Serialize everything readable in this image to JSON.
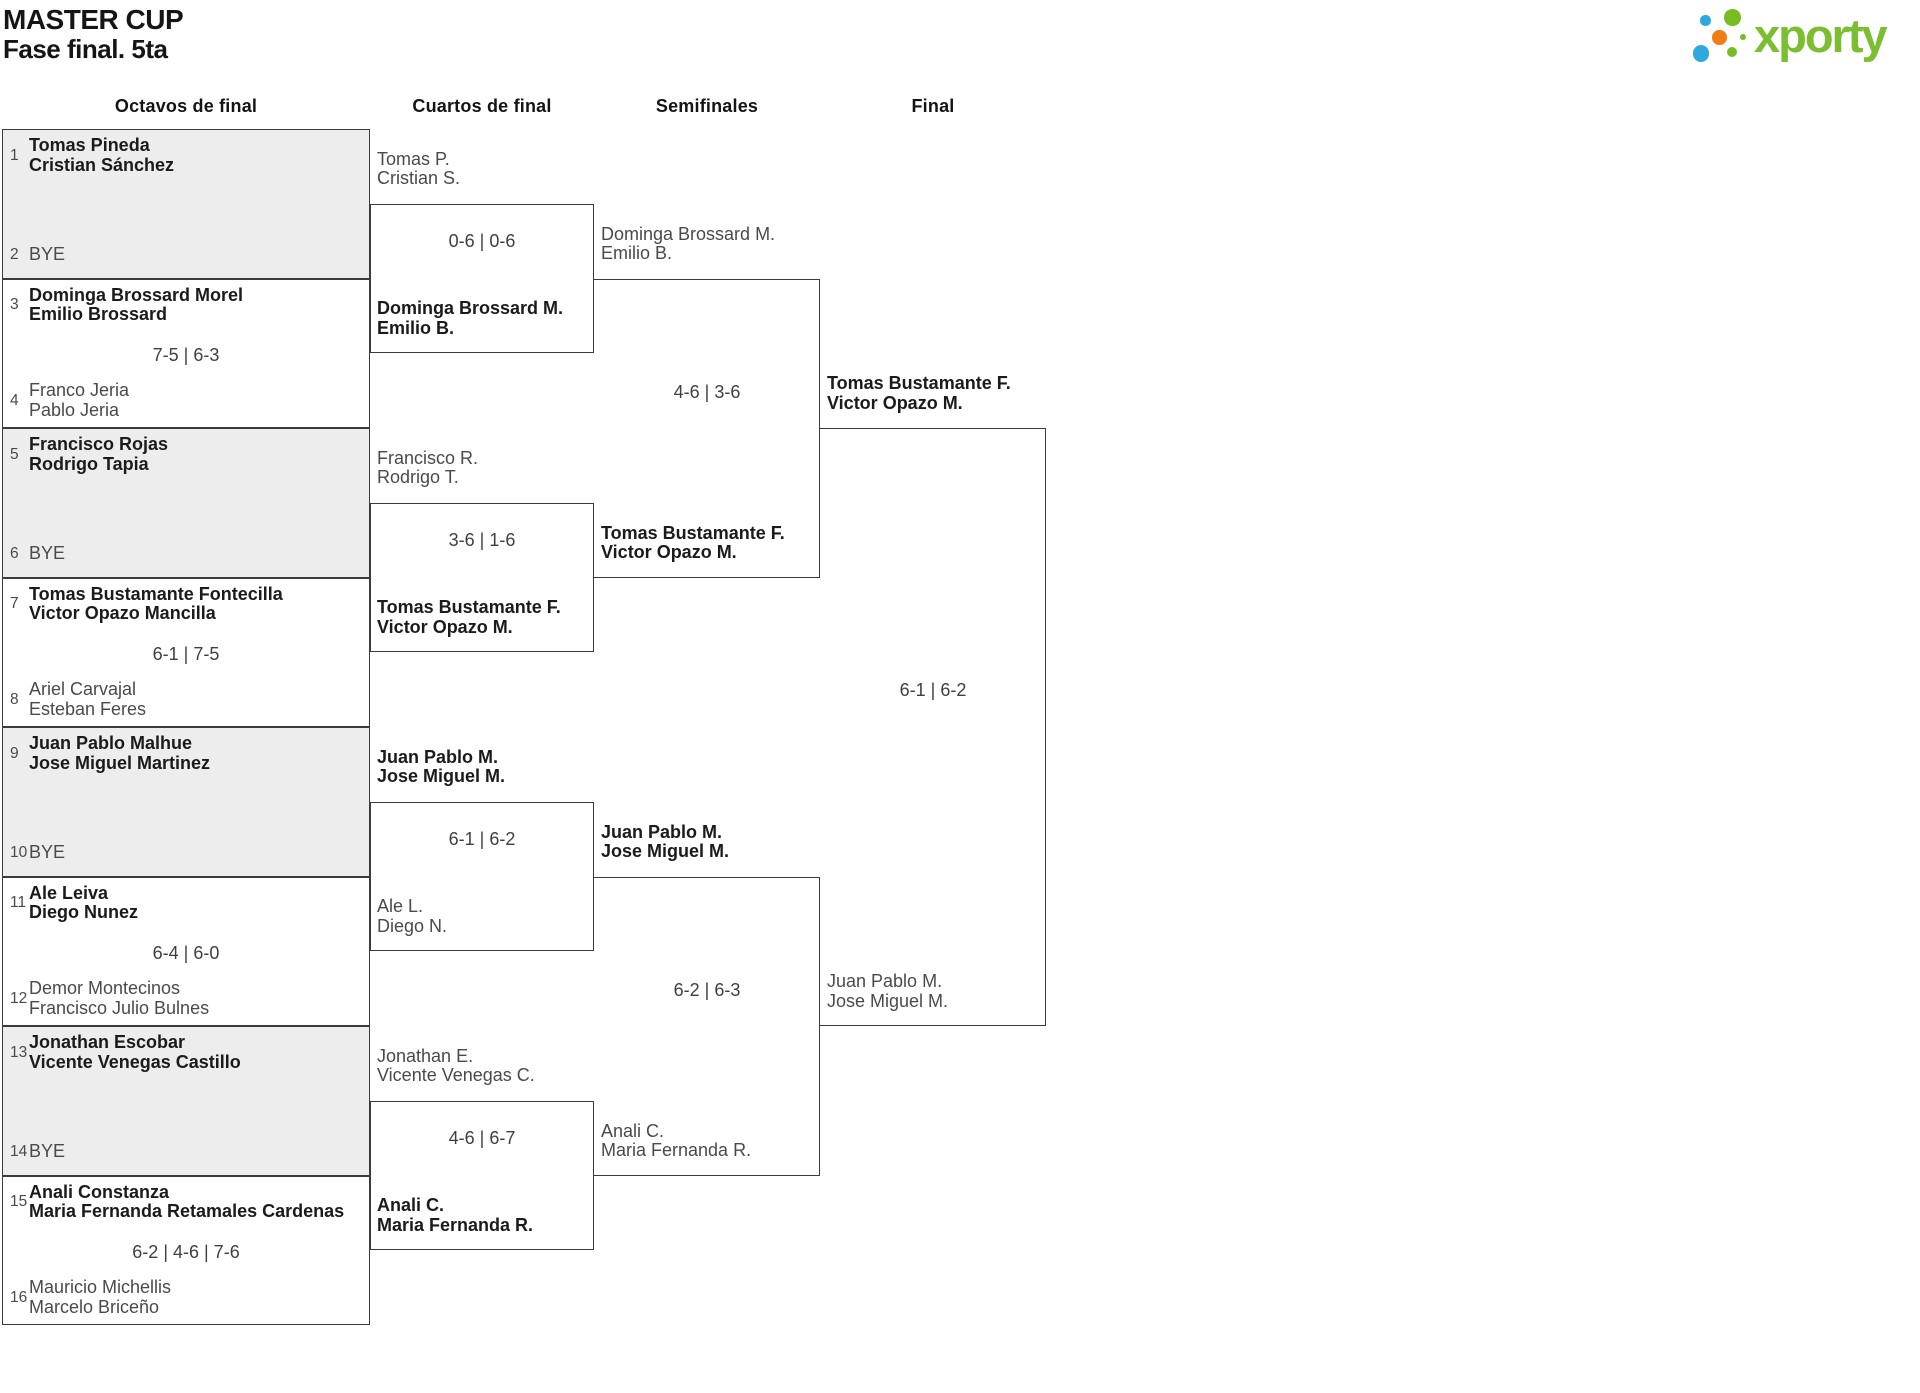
{
  "header": {
    "title": "MASTER CUP",
    "subtitle": "Fase final. 5ta",
    "logo_text": "xporty",
    "logo_colors": {
      "green": "#77bd22",
      "blue": "#2ea9e0",
      "orange": "#ef7d12",
      "wordmark_green": "#7cbe31"
    }
  },
  "rounds": [
    {
      "label": "Octavos de final"
    },
    {
      "label": "Cuartos de final"
    },
    {
      "label": "Semifinales"
    },
    {
      "label": "Final"
    }
  ],
  "octavos": [
    {
      "seed1": "1",
      "team1": [
        "Tomas Pineda",
        "Cristian Sánchez"
      ],
      "t1win": true,
      "score": "",
      "seed2": "2",
      "team2": [
        "BYE"
      ],
      "t2win": false
    },
    {
      "seed1": "3",
      "team1": [
        "Dominga Brossard Morel",
        "Emilio Brossard"
      ],
      "t1win": true,
      "score": "7-5 | 6-3",
      "seed2": "4",
      "team2": [
        "Franco Jeria",
        "Pablo Jeria"
      ],
      "t2win": false
    },
    {
      "seed1": "5",
      "team1": [
        "Francisco Rojas",
        "Rodrigo Tapia"
      ],
      "t1win": true,
      "score": "",
      "seed2": "6",
      "team2": [
        "BYE"
      ],
      "t2win": false
    },
    {
      "seed1": "7",
      "team1": [
        "Tomas Bustamante Fontecilla",
        "Victor Opazo Mancilla"
      ],
      "t1win": true,
      "score": "6-1 | 7-5",
      "seed2": "8",
      "team2": [
        "Ariel Carvajal",
        "Esteban Feres"
      ],
      "t2win": false
    },
    {
      "seed1": "9",
      "team1": [
        "Juan Pablo Malhue",
        "Jose Miguel Martinez"
      ],
      "t1win": true,
      "score": "",
      "seed2": "10",
      "team2": [
        "BYE"
      ],
      "t2win": false
    },
    {
      "seed1": "11",
      "team1": [
        "Ale Leiva",
        "Diego Nunez"
      ],
      "t1win": true,
      "score": "6-4 | 6-0",
      "seed2": "12",
      "team2": [
        "Demor Montecinos",
        "Francisco Julio Bulnes"
      ],
      "t2win": false
    },
    {
      "seed1": "13",
      "team1": [
        "Jonathan Escobar",
        "Vicente Venegas Castillo"
      ],
      "t1win": true,
      "score": "",
      "seed2": "14",
      "team2": [
        "BYE"
      ],
      "t2win": false
    },
    {
      "seed1": "15",
      "team1": [
        "Anali Constanza",
        "Maria Fernanda Retamales Cardenas"
      ],
      "t1win": true,
      "score": "6-2 | 4-6 | 7-6",
      "seed2": "16",
      "team2": [
        "Mauricio Michellis",
        "Marcelo Briceño"
      ],
      "t2win": false
    }
  ],
  "cuartos": [
    {
      "team1": [
        "Tomas P.",
        "Cristian S."
      ],
      "t1win": false,
      "score": "0-6 | 0-6",
      "team2": [
        "Dominga Brossard M.",
        "Emilio B."
      ],
      "t2win": true
    },
    {
      "team1": [
        "Francisco R.",
        "Rodrigo T."
      ],
      "t1win": false,
      "score": "3-6 | 1-6",
      "team2": [
        "Tomas Bustamante F.",
        "Victor Opazo M."
      ],
      "t2win": true
    },
    {
      "team1": [
        "Juan Pablo M.",
        "Jose Miguel M."
      ],
      "t1win": true,
      "score": "6-1 | 6-2",
      "team2": [
        "Ale L.",
        "Diego N."
      ],
      "t2win": false
    },
    {
      "team1": [
        "Jonathan E.",
        "Vicente Venegas C."
      ],
      "t1win": false,
      "score": "4-6 | 6-7",
      "team2": [
        "Anali C.",
        "Maria Fernanda R."
      ],
      "t2win": true
    }
  ],
  "semifinales": [
    {
      "team1": [
        "Dominga Brossard M.",
        "Emilio B."
      ],
      "t1win": false,
      "score": "4-6 | 3-6",
      "team2": [
        "Tomas Bustamante F.",
        "Victor Opazo M."
      ],
      "t2win": true
    },
    {
      "team1": [
        "Juan Pablo M.",
        "Jose Miguel M."
      ],
      "t1win": true,
      "score": "6-2 | 6-3",
      "team2": [
        "Anali C.",
        "Maria Fernanda R."
      ],
      "t2win": false
    }
  ],
  "final": {
    "team1": [
      "Tomas Bustamante F.",
      "Victor Opazo M."
    ],
    "t1win": true,
    "score": "6-1 | 6-2",
    "team2": [
      "Juan Pablo M.",
      "Jose Miguel M."
    ],
    "t2win": false
  }
}
